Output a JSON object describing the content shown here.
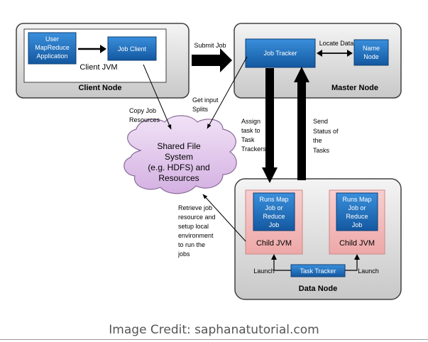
{
  "client_node": {
    "title": "Client Node",
    "jvm_label": "Client JVM",
    "user_app": [
      "User",
      "MapReduce",
      "Application"
    ],
    "job_client": "Job Client"
  },
  "master_node": {
    "title": "Master Node",
    "job_tracker": "Job Tracker",
    "name_node": [
      "Name",
      "Node"
    ]
  },
  "data_node": {
    "title": "Data Node",
    "child_jvm_left": "Child JVM",
    "child_jvm_right": "Child JVM",
    "task_left": [
      "Runs Map",
      "Job or",
      "Reduce",
      "Job"
    ],
    "task_right": [
      "Runs Map",
      "Job or",
      "Reduce",
      "Job"
    ],
    "task_tracker": "Task Tracker",
    "launch_left": "Launch",
    "launch_right": "Launch"
  },
  "shared_fs": [
    "Shared File",
    "System",
    "(e.g. HDFS) and",
    "Resources"
  ],
  "annotations": {
    "submit_job": "Submit Job",
    "locate_data": "Locate Data",
    "get_input_splits": [
      "Get input",
      "Splits"
    ],
    "copy_job_resources": [
      "Copy Job",
      "Resources"
    ],
    "assign_task": [
      "Assign",
      "task to",
      "Task",
      "Trackers"
    ],
    "send_status": [
      "Send",
      "Status of",
      "the",
      "Tasks"
    ],
    "retrieve_job": [
      "Retrieve job",
      "resource and",
      "setup local",
      "environment",
      "to run the",
      "jobs"
    ]
  },
  "credit": "Image Credit: saphanatutorial.com",
  "colors": {
    "node_fill": "#d9d9d9",
    "blue_box": "#1f6fb8",
    "child_jvm_fill": "#f2b8b8",
    "cloud_fill": "#e2c8ec"
  }
}
